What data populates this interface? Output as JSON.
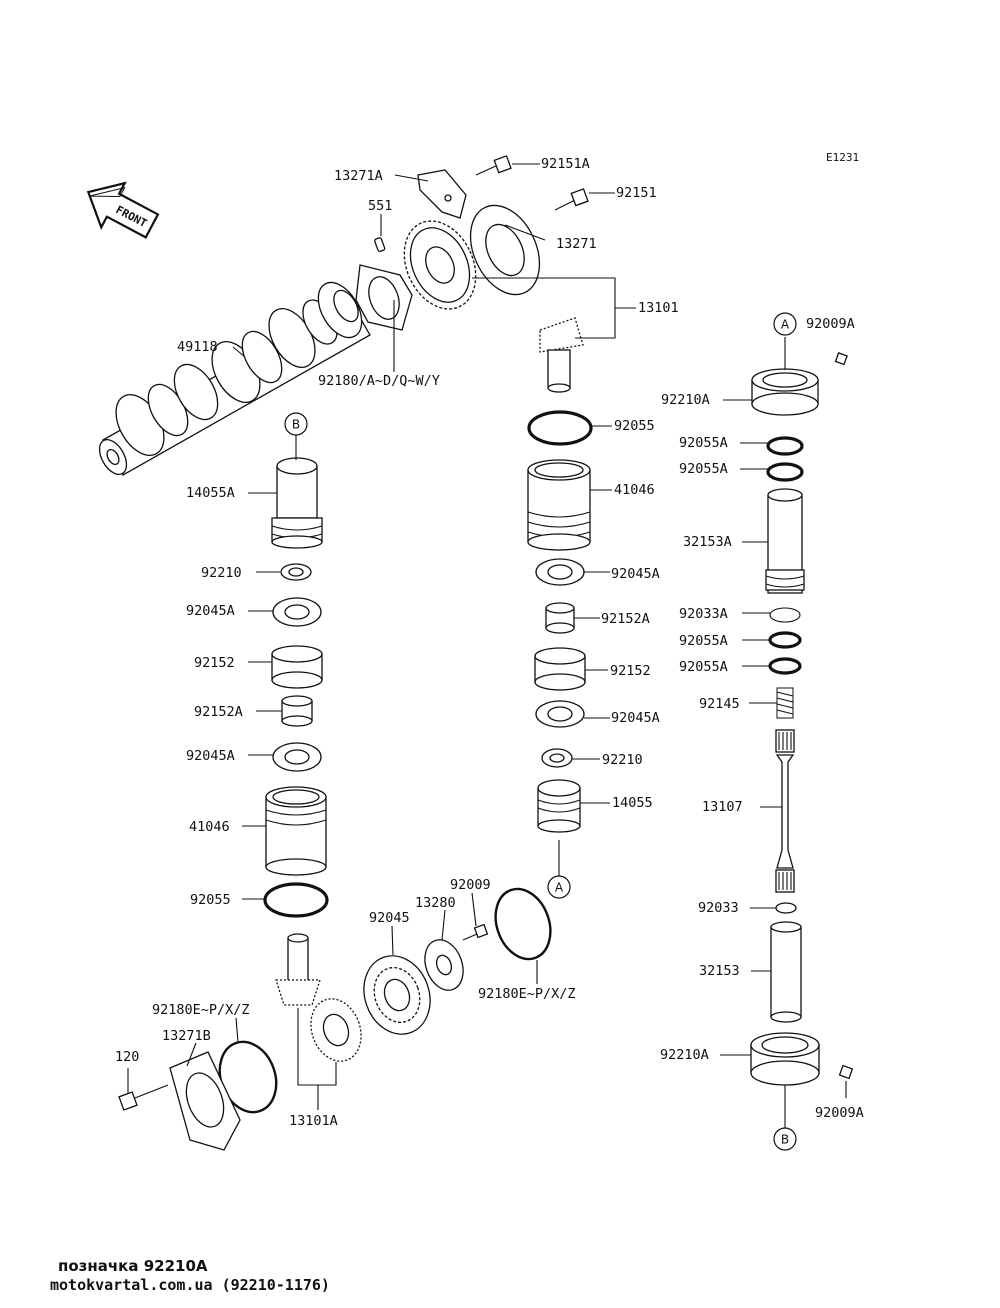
{
  "diagram_code": "E1231",
  "front_arrow_label": "FRONT",
  "markers": {
    "a": "A",
    "b": "B"
  },
  "parts": {
    "p13271A": "13271A",
    "p92151A": "92151A",
    "p92151": "92151",
    "p551": "551",
    "p13271": "13271",
    "p13101": "13101",
    "p49118": "49118",
    "p92180AD": "92180/A~D/Q~W/Y",
    "p92009A_top": "92009A",
    "p92210A_top": "92210A",
    "p92055_mid": "92055",
    "p92055A_1": "92055A",
    "p92055A_2": "92055A",
    "p14055A": "14055A",
    "p41046_mid": "41046",
    "p32153A": "32153A",
    "p92210_left": "92210",
    "p92045A_mid1": "92045A",
    "p92045A_left1": "92045A",
    "p92152A_mid": "92152A",
    "p92033A": "92033A",
    "p92055A_3": "92055A",
    "p92152_left": "92152",
    "p92152_mid": "92152",
    "p92055A_4": "92055A",
    "p92152A_left": "92152A",
    "p92145": "92145",
    "p92045A_mid2": "92045A",
    "p92045A_left2": "92045A",
    "p92210_mid": "92210",
    "p14055": "14055",
    "p13107": "13107",
    "p41046_left": "41046",
    "p92009": "92009",
    "p92055_left": "92055",
    "p92045": "92045",
    "p13280": "13280",
    "p92033": "92033",
    "p92180EPXZ_r": "92180E~P/X/Z",
    "p32153": "32153",
    "p92180EPXZ_l": "92180E~P/X/Z",
    "p13271B": "13271B",
    "p92210A_bot": "92210A",
    "p120": "120",
    "p13101A": "13101A",
    "p92009A_bot": "92009A"
  },
  "caption": {
    "line1": "позначка 92210A",
    "line2": "motokvartal.com.ua (92210-1176)"
  }
}
